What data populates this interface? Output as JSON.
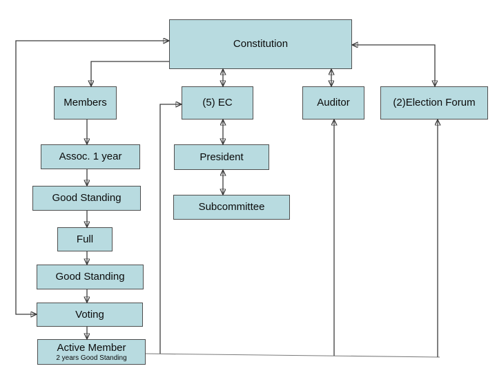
{
  "diagram": {
    "type": "flowchart",
    "colors": {
      "page_bg": "#ffffff",
      "box_fill": "#b8dbe0",
      "box_border": "#4d4d4d",
      "line": "#3a3a3a",
      "thin_line": "#7a7a7a",
      "text": "#0b0b0b"
    },
    "nodes": [
      {
        "id": "constitution",
        "label": "Constitution"
      },
      {
        "id": "members",
        "label": "Members"
      },
      {
        "id": "ec",
        "label": "(5) EC"
      },
      {
        "id": "auditor",
        "label": "Auditor"
      },
      {
        "id": "election-forum",
        "label": "(2)Election Forum"
      },
      {
        "id": "assoc-1-year",
        "label": "Assoc. 1 year"
      },
      {
        "id": "good-standing-1",
        "label": "Good Standing"
      },
      {
        "id": "full",
        "label": "Full"
      },
      {
        "id": "good-standing-2",
        "label": "Good Standing"
      },
      {
        "id": "voting",
        "label": "Voting"
      },
      {
        "id": "active-member",
        "label": "Active Member",
        "sublabel": "2 years Good Standing"
      },
      {
        "id": "president",
        "label": "President"
      },
      {
        "id": "subcommittee",
        "label": "Subcommittee"
      }
    ],
    "edges": [
      {
        "from": "voting",
        "to": "constitution",
        "arrows": "both",
        "route": "elbow-left-margin"
      },
      {
        "from": "constitution",
        "to": "members",
        "arrows": "end",
        "route": "elbow-down"
      },
      {
        "from": "members",
        "to": "assoc-1-year",
        "arrows": "end",
        "route": "straight-down"
      },
      {
        "from": "assoc-1-year",
        "to": "good-standing-1",
        "arrows": "end",
        "route": "straight-down"
      },
      {
        "from": "good-standing-1",
        "to": "full",
        "arrows": "end",
        "route": "straight-down"
      },
      {
        "from": "full",
        "to": "good-standing-2",
        "arrows": "end",
        "route": "straight-down"
      },
      {
        "from": "good-standing-2",
        "to": "voting",
        "arrows": "end",
        "route": "straight-down"
      },
      {
        "from": "voting",
        "to": "active-member",
        "arrows": "end",
        "route": "straight-down"
      },
      {
        "from": "constitution",
        "to": "ec",
        "arrows": "both",
        "route": "straight-down"
      },
      {
        "from": "ec",
        "to": "president",
        "arrows": "both",
        "route": "straight-down"
      },
      {
        "from": "president",
        "to": "subcommittee",
        "arrows": "both",
        "route": "straight-down"
      },
      {
        "from": "constitution",
        "to": "auditor",
        "arrows": "both",
        "route": "straight-down"
      },
      {
        "from": "constitution",
        "to": "election-forum",
        "arrows": "both",
        "route": "elbow-right"
      },
      {
        "from": "active-member",
        "to": "ec",
        "arrows": "end",
        "route": "elbow-up"
      },
      {
        "from": "active-member",
        "to": "auditor",
        "arrows": "end",
        "route": "bottom-riser"
      },
      {
        "from": "active-member",
        "to": "election-forum",
        "arrows": "end",
        "route": "bottom-riser"
      }
    ]
  }
}
